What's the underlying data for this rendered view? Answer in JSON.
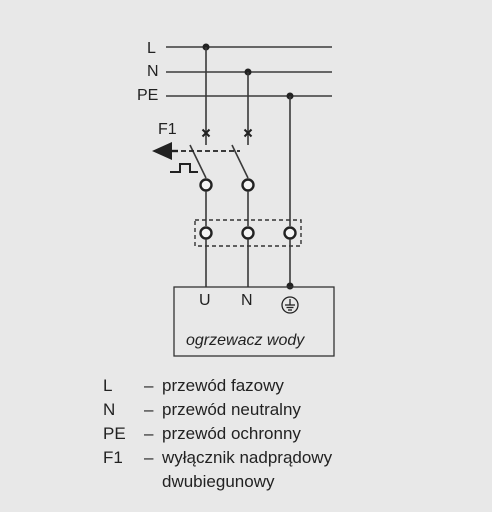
{
  "lines": {
    "L": "L",
    "N": "N",
    "PE": "PE"
  },
  "breaker_label": "F1",
  "terminals": {
    "U": "U",
    "N": "N"
  },
  "load_label": "ogrzewacz wody",
  "icons": {
    "ground": "protective-earth-icon",
    "arrow": "trip-arrow-icon"
  },
  "legend": [
    {
      "key": "L",
      "dash": "–",
      "text": "przewód fazowy"
    },
    {
      "key": "N",
      "dash": "–",
      "text": "przewód neutralny"
    },
    {
      "key": "PE",
      "dash": "–",
      "text": "przewód ochronny"
    },
    {
      "key": "F1",
      "dash": "–",
      "text": "wyłącznik nadprądowy"
    },
    {
      "key": "",
      "dash": "",
      "text": "dwubiegunowy"
    }
  ]
}
